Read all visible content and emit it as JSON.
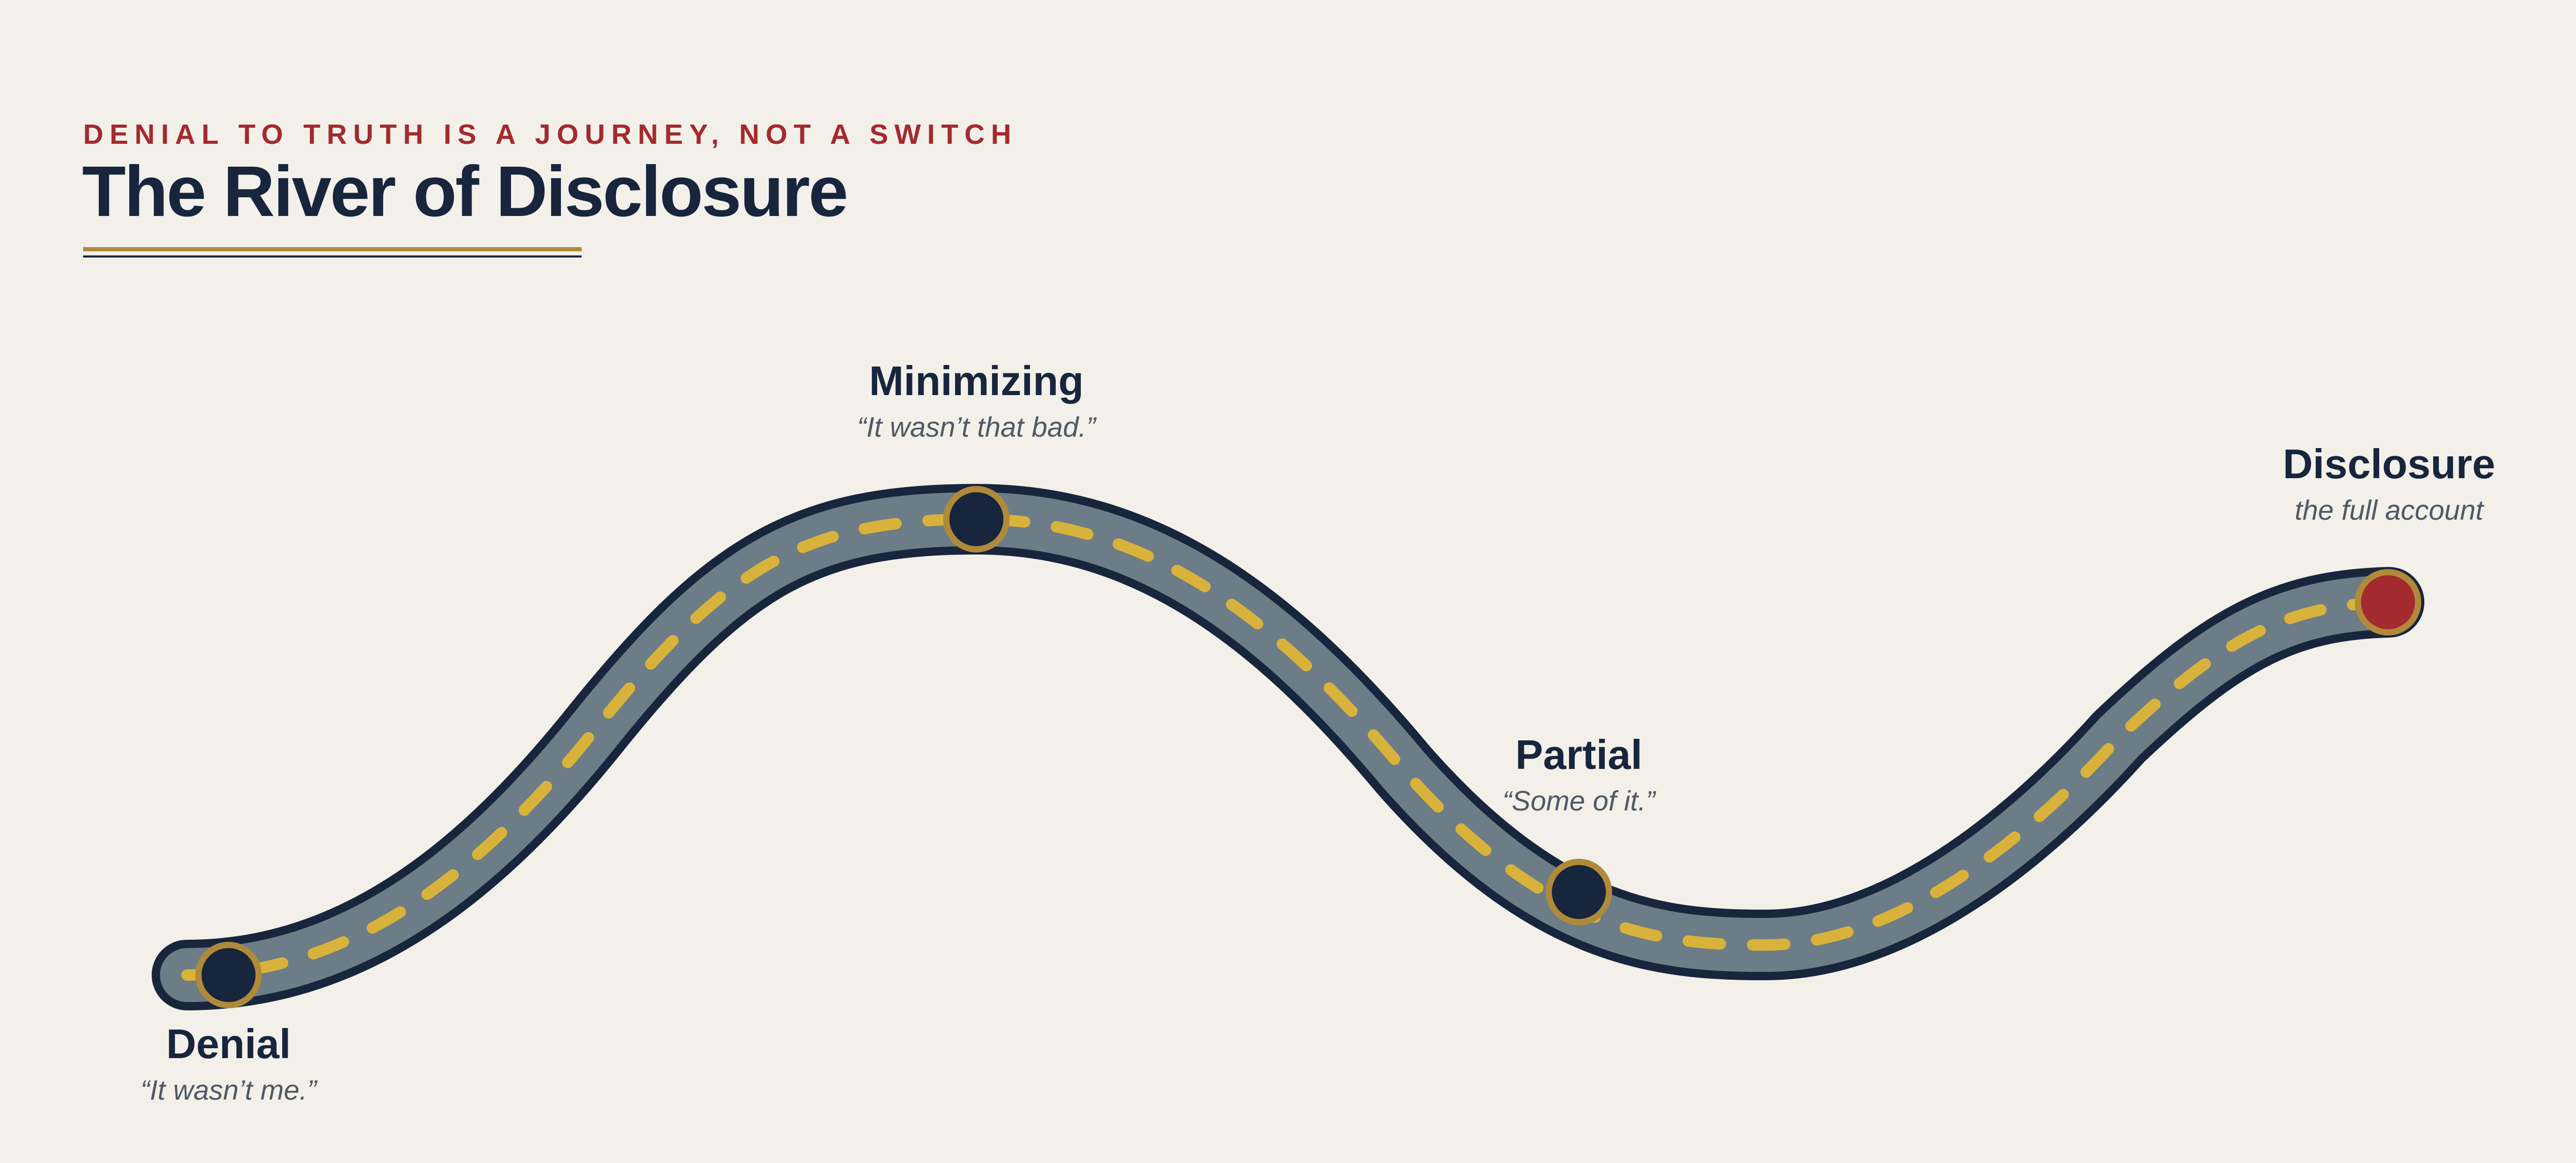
{
  "header": {
    "eyebrow": "DENIAL TO TRUTH IS A JOURNEY, NOT A SWITCH",
    "title": "The River of Disclosure"
  },
  "stages": [
    {
      "name": "Denial",
      "quote": "“It wasn’t me.”",
      "final": false
    },
    {
      "name": "Minimizing",
      "quote": "“It wasn’t that bad.”",
      "final": false
    },
    {
      "name": "Partial",
      "quote": "“Some of it.”",
      "final": false
    },
    {
      "name": "Disclosure",
      "quote": "the full account",
      "final": true
    }
  ],
  "colors": {
    "background": "#f3f0ea",
    "river_outline": "#17253d",
    "river_fill": "#6c7d87",
    "center_dash": "#d8b23a",
    "marker": "#17253d",
    "marker_final": "#a32a2e",
    "marker_ring": "#b08a3a",
    "accent_red": "#a32a2e",
    "title_navy": "#17253d"
  }
}
